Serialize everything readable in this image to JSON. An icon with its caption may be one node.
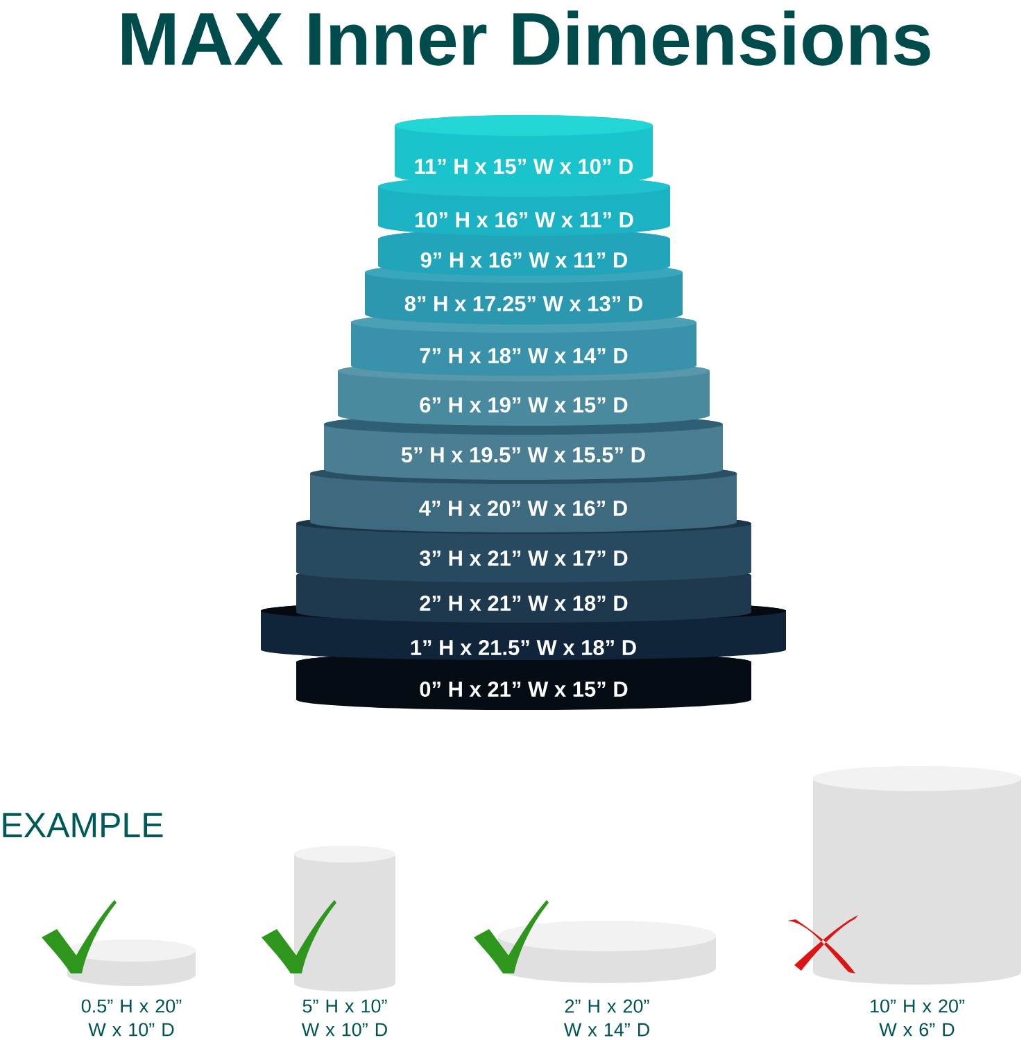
{
  "diagram": {
    "title": "MAX Inner Dimensions",
    "nodes": [
      {
        "text": [
          "11” H x 15” W x 10” D"
        ]
      },
      {
        "text": [
          "10” H x 16” W x 11” D"
        ]
      },
      {
        "text": [
          "9” H x 16” W x 11” D"
        ]
      },
      {
        "text": [
          "8” H x 17.25” W x 13” D"
        ]
      },
      {
        "text": [
          "7” H x 18” W x 14” D"
        ]
      },
      {
        "text": [
          "6” H x 19” W x 15” D"
        ]
      },
      {
        "text": [
          "5” H x 19.5” W x 15.5” D"
        ]
      },
      {
        "text": [
          "4” H x 20” W x 16” D"
        ]
      },
      {
        "text": [
          "3” H x 21” W x 17” D"
        ]
      },
      {
        "text": [
          "2” H x 21” W x 18” D"
        ]
      },
      {
        "text": [
          "1” H x 21.5” W x 18” D"
        ]
      },
      {
        "text": [
          "0” H x 21” W x 15” D"
        ]
      },
      {
        "text": [],
        "shape": "cylinder",
        "beside": [
          "0.5” H x 20” W x 10” D"
        ]
      },
      {
        "text": [],
        "shape": "cylinder",
        "beside": [
          "5” H x 10” W x 10” D"
        ]
      },
      {
        "text": [],
        "shape": "cylinder",
        "beside": [
          "2” H x 20” W x 14” D"
        ]
      },
      {
        "text": [],
        "shape": "cylinder",
        "beside": [
          "10” H x 20” W x 6” D"
        ]
      }
    ],
    "labels": [
      "EXAMPLE"
    ]
  }
}
